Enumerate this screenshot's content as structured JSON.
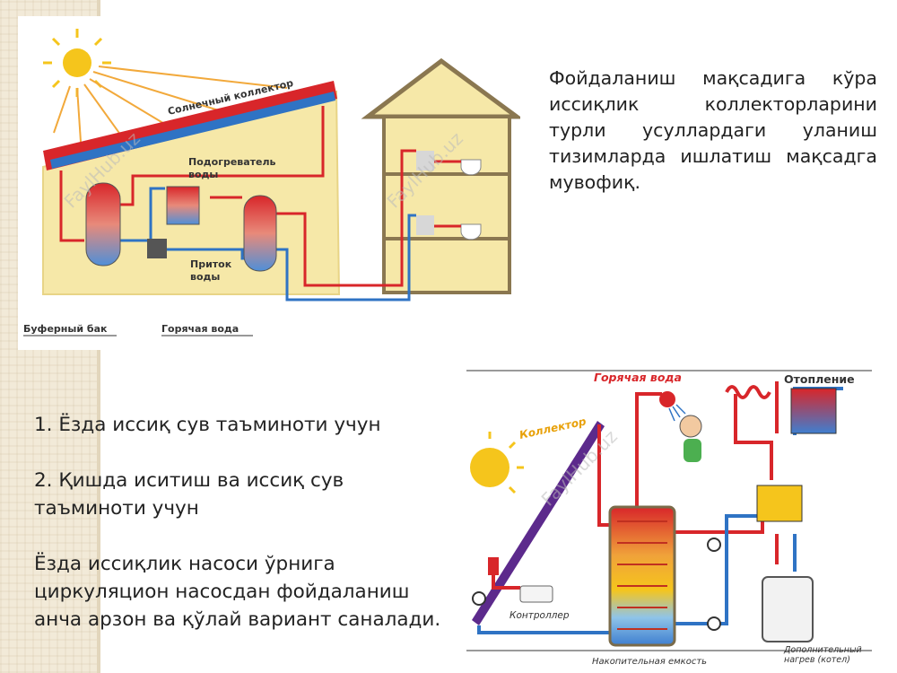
{
  "slide": {
    "paragraph": "Фойдаланиш мақсадига кўра иссиқлик коллекторларини турли усуллардаги уланиш тизимларда ишлатиш мақсадга мувофиқ.",
    "list": [
      "1. Ёзда иссиқ сув таъминоти учун",
      "2. Қишда иситиш ва иссиқ сув таъминоти учун",
      "Ёзда иссиқлик насоси ўрнига циркуляцион насосдан фойдаланиш анча арзон ва қўлай вариант саналади."
    ]
  },
  "figure_top": {
    "labels": {
      "collector": "Солнечный коллектор",
      "heater": "Подогреватель воды",
      "inflow": "Приток воды",
      "buffer": "Буферный бак",
      "hot_water": "Горячая вода"
    }
  },
  "figure_bottom": {
    "labels": {
      "hot_water": "Горячая вода",
      "heating": "Отопление",
      "collector": "Коллектор",
      "controller": "Контроллер",
      "storage": "Накопительная емкость",
      "extra_heat": "Дополнительный нагрев (котел)"
    }
  },
  "watermark": "FaylHub.uz",
  "colors": {
    "hot": "#d8262a",
    "cold": "#2f73c4",
    "wall": "#f6e8a8",
    "sun": "#f5c51c"
  }
}
